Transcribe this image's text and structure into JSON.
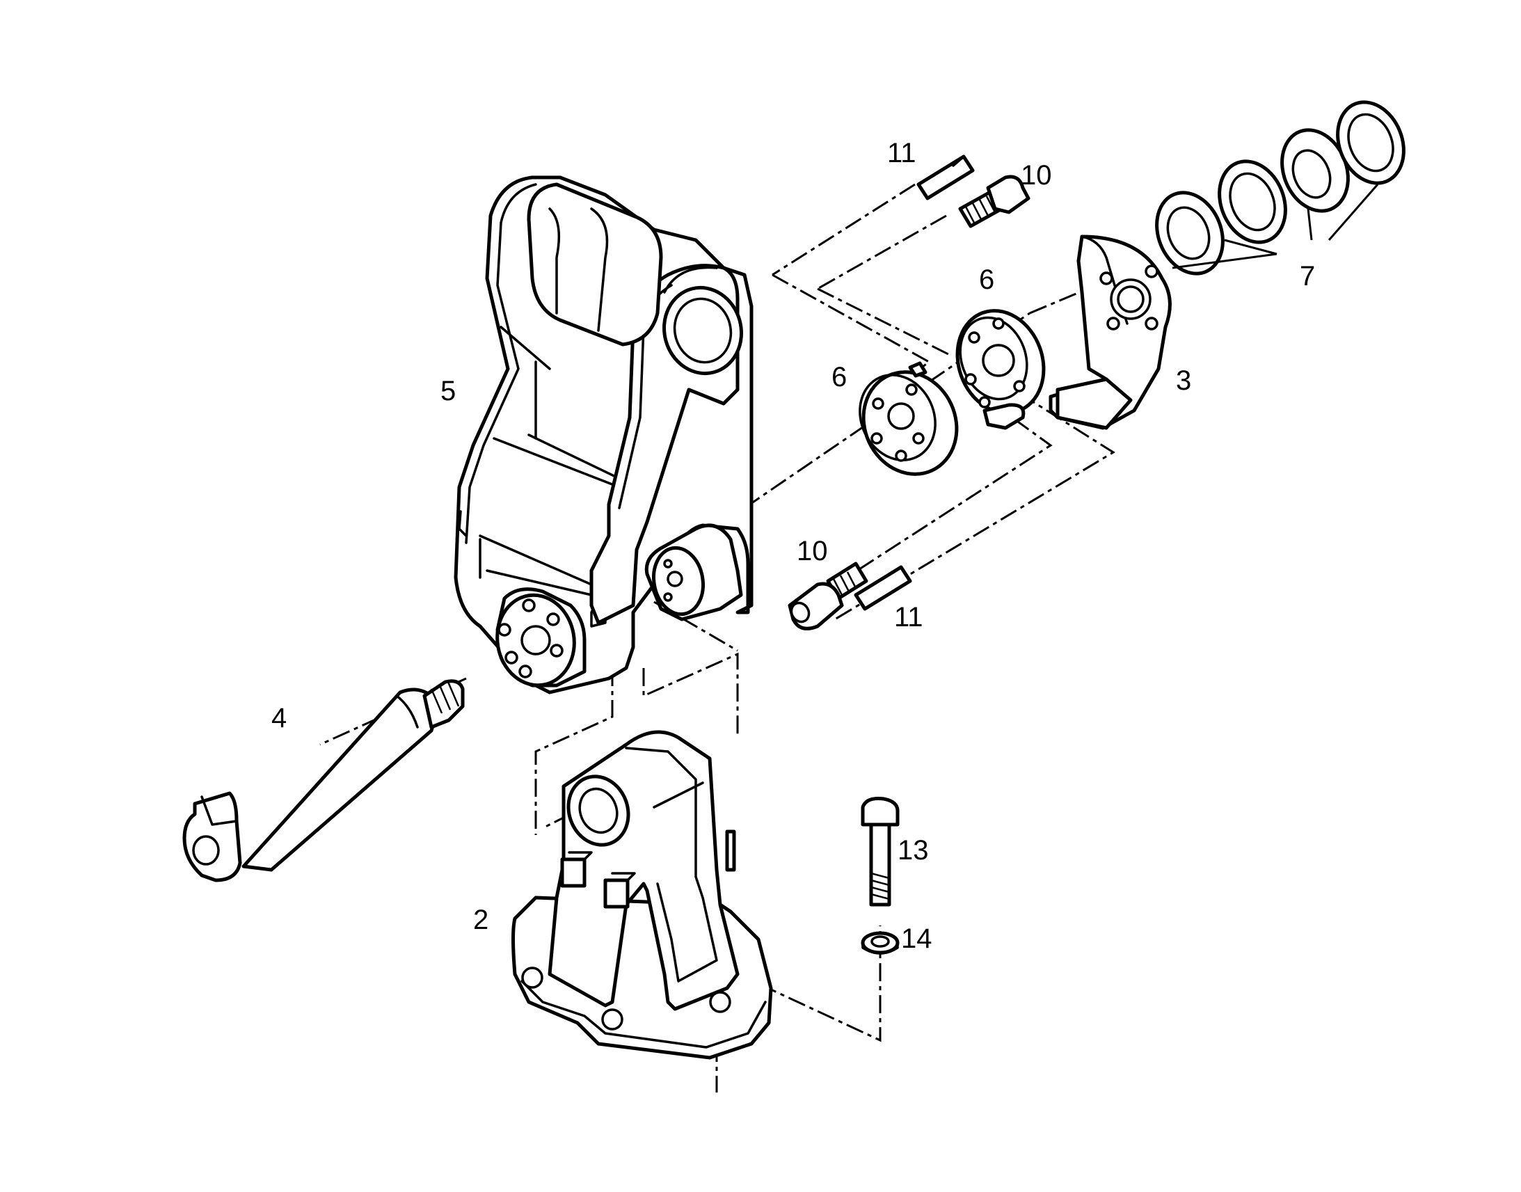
{
  "callouts": {
    "p2": "2",
    "p3": "3",
    "p4": "4",
    "p5": "5",
    "p6a": "6",
    "p6b": "6",
    "p7": "7",
    "p10a": "10",
    "p10b": "10",
    "p11a": "11",
    "p11b": "11",
    "p13": "13",
    "p14": "14"
  }
}
